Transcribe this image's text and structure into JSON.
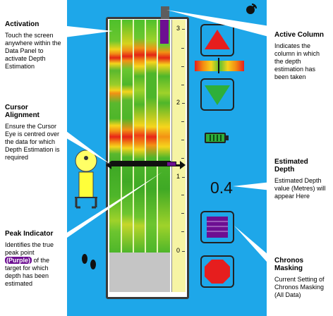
{
  "callouts": {
    "activation": {
      "title": "Activation",
      "body": "Touch the screen anywhere within the Data Panel to activate Depth Estimation"
    },
    "cursor_alignment": {
      "title": "Cursor Alignment",
      "body": "Ensure the Cursor Eye is centred over the data for which Depth Estimation is required"
    },
    "peak_indicator": {
      "title": "Peak Indicator",
      "body_pre": "Identifies the true peak point",
      "highlight": "(Purple)",
      "body_post": "of the target for which depth has been estimated"
    },
    "active_column": {
      "title": "Active Column",
      "body": "Indicates the column in which the depth estimation has been taken"
    },
    "estimated_depth": {
      "title": "Estimated Depth",
      "body": "Estimated Depth value (Metres) will appear Here"
    },
    "chronos_masking": {
      "title": "Chronos Masking",
      "body": "Current Setting of Chronos Masking (All Data)"
    }
  },
  "ruler": {
    "labels": [
      "3",
      "2",
      "1",
      "0"
    ]
  },
  "depth_readout": "0.4",
  "icons": {
    "satellite": "satellite-dish-icon",
    "up_button": "red-up-triangle-icon",
    "down_button": "green-down-triangle-icon",
    "battery": "battery-icon",
    "masking": "purple-stripes-icon",
    "stop": "red-octagon-stop-icon",
    "person": "yellow-person-icon",
    "footprints": "footprints-icon"
  },
  "colors": {
    "panel": "#1ea7e9",
    "purple": "#6d0f92",
    "red": "#e61e1e",
    "green": "#2eaf3a",
    "yellow": "#f6f4a4"
  }
}
